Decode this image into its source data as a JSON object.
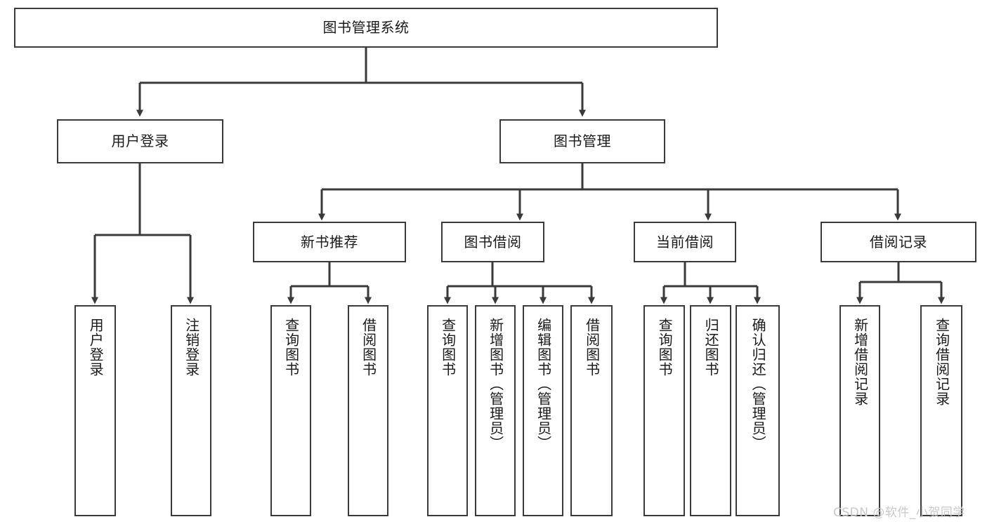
{
  "diagram": {
    "type": "hierarchy-tree",
    "title": "图书管理系统",
    "orientation": "top-down",
    "stroke_color": "#3a3a3a",
    "background_color": "#ffffff",
    "levels": [
      {
        "level": 1,
        "nodes": [
          {
            "id": "root",
            "label": "图书管理系统",
            "orientation": "horizontal"
          }
        ]
      },
      {
        "level": 2,
        "nodes": [
          {
            "id": "login",
            "label": "用户登录",
            "orientation": "horizontal",
            "parent": "root"
          },
          {
            "id": "bookmgmt",
            "label": "图书管理",
            "orientation": "horizontal",
            "parent": "root"
          }
        ]
      },
      {
        "level": 3,
        "nodes": [
          {
            "id": "newbook",
            "label": "新书推荐",
            "orientation": "horizontal",
            "parent": "bookmgmt"
          },
          {
            "id": "borrow",
            "label": "图书借阅",
            "orientation": "horizontal",
            "parent": "bookmgmt"
          },
          {
            "id": "current",
            "label": "当前借阅",
            "orientation": "horizontal",
            "parent": "bookmgmt"
          },
          {
            "id": "record",
            "label": "借阅记录",
            "orientation": "horizontal",
            "parent": "bookmgmt"
          }
        ]
      },
      {
        "level": 4,
        "nodes": [
          {
            "id": "leaf1",
            "label": "用户登录",
            "orientation": "vertical",
            "parent": "login"
          },
          {
            "id": "leaf2",
            "label": "注销登录",
            "orientation": "vertical",
            "parent": "login"
          },
          {
            "id": "leaf3",
            "label": "查询图书",
            "orientation": "vertical",
            "parent": "newbook"
          },
          {
            "id": "leaf4",
            "label": "借阅图书",
            "orientation": "vertical",
            "parent": "newbook"
          },
          {
            "id": "leaf5",
            "label": "查询图书",
            "orientation": "vertical",
            "parent": "borrow"
          },
          {
            "id": "leaf6",
            "label": "新增图书（管理员）",
            "orientation": "vertical",
            "parent": "borrow"
          },
          {
            "id": "leaf7",
            "label": "编辑图书（管理员）",
            "orientation": "vertical",
            "parent": "borrow"
          },
          {
            "id": "leaf8",
            "label": "借阅图书",
            "orientation": "vertical",
            "parent": "borrow"
          },
          {
            "id": "leaf9",
            "label": "查询图书",
            "orientation": "vertical",
            "parent": "current"
          },
          {
            "id": "leaf10",
            "label": "归还图书",
            "orientation": "vertical",
            "parent": "current"
          },
          {
            "id": "leaf11",
            "label": "确认归还（管理员）",
            "orientation": "vertical",
            "parent": "current"
          },
          {
            "id": "leaf12",
            "label": "新增借阅记录",
            "orientation": "vertical",
            "parent": "record"
          },
          {
            "id": "leaf13",
            "label": "查询借阅记录",
            "orientation": "vertical",
            "parent": "record"
          }
        ]
      }
    ]
  },
  "watermark": {
    "text": "CSDN @软件_小贺同学"
  }
}
